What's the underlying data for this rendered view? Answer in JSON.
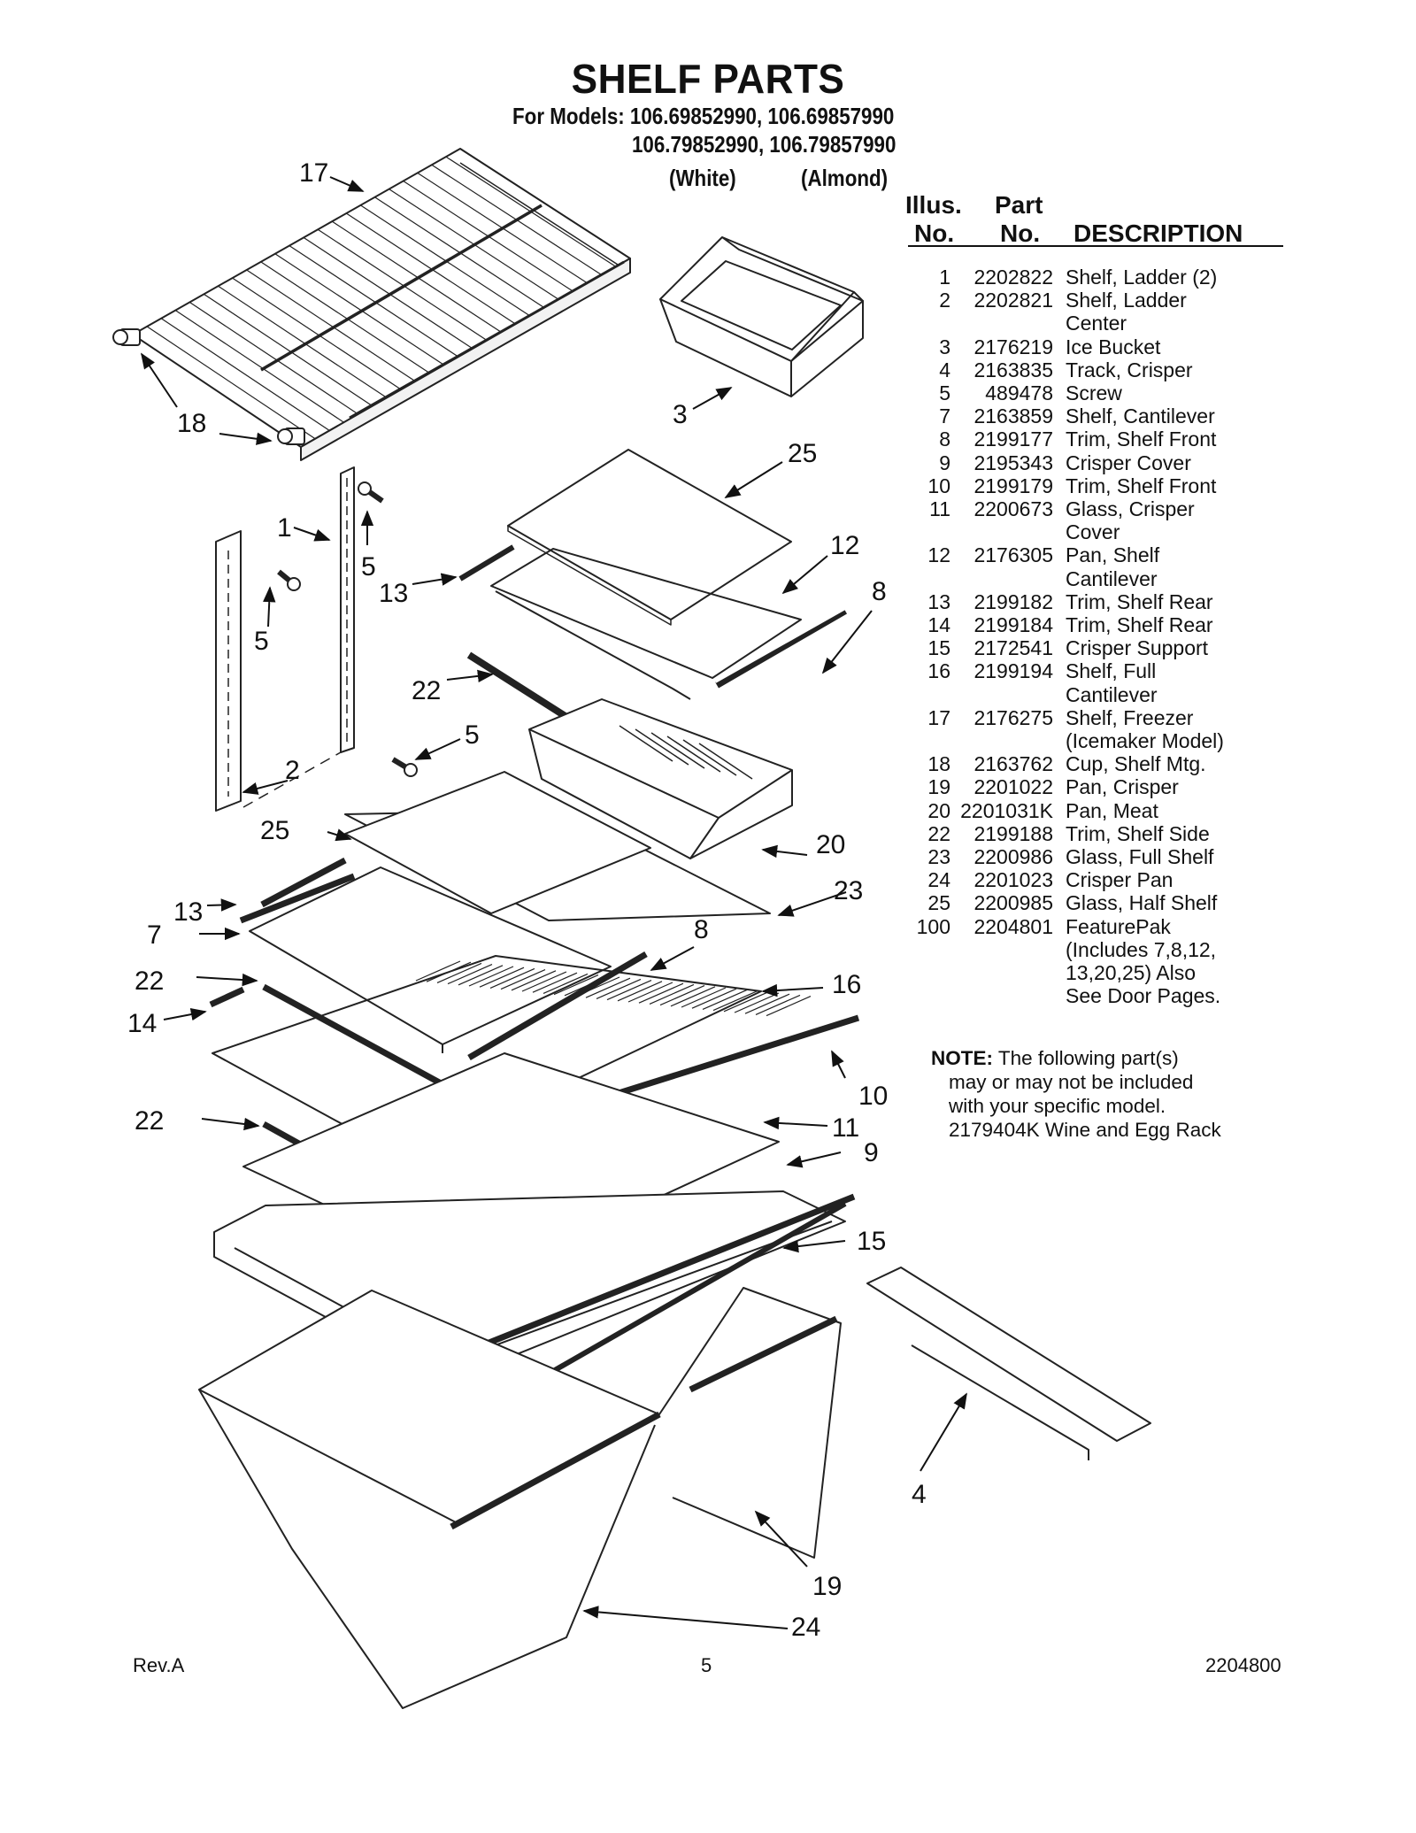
{
  "title": "SHELF PARTS",
  "models": {
    "label": "For Models:",
    "line1": "106.69852990, 106.69857990",
    "line2": "106.79852990, 106.79857990",
    "color_white": "(White)",
    "color_almond": "(Almond)"
  },
  "table_header": {
    "illus_line1": "Illus.",
    "illus_line2": "No.",
    "part_line1": "Part",
    "part_line2": "No.",
    "description": "DESCRIPTION"
  },
  "parts": [
    {
      "no": "1",
      "part": "2202822",
      "desc": "Shelf, Ladder (2)"
    },
    {
      "no": "2",
      "part": "2202821",
      "desc": "Shelf, Ladder\nCenter"
    },
    {
      "no": "3",
      "part": "2176219",
      "desc": "Ice Bucket"
    },
    {
      "no": "4",
      "part": "2163835",
      "desc": "Track, Crisper"
    },
    {
      "no": "5",
      "part": "489478",
      "desc": "Screw"
    },
    {
      "no": "7",
      "part": "2163859",
      "desc": "Shelf, Cantilever"
    },
    {
      "no": "8",
      "part": "2199177",
      "desc": "Trim, Shelf Front"
    },
    {
      "no": "9",
      "part": "2195343",
      "desc": "Crisper Cover"
    },
    {
      "no": "10",
      "part": "2199179",
      "desc": "Trim, Shelf Front"
    },
    {
      "no": "11",
      "part": "2200673",
      "desc": "Glass, Crisper\nCover"
    },
    {
      "no": "12",
      "part": "2176305",
      "desc": "Pan, Shelf\nCantilever"
    },
    {
      "no": "13",
      "part": "2199182",
      "desc": "Trim, Shelf Rear"
    },
    {
      "no": "14",
      "part": "2199184",
      "desc": "Trim, Shelf Rear"
    },
    {
      "no": "15",
      "part": "2172541",
      "desc": "Crisper Support"
    },
    {
      "no": "16",
      "part": "2199194",
      "desc": "Shelf, Full\nCantilever"
    },
    {
      "no": "17",
      "part": "2176275",
      "desc": "Shelf, Freezer\n(Icemaker Model)"
    },
    {
      "no": "18",
      "part": "2163762",
      "desc": "Cup, Shelf Mtg."
    },
    {
      "no": "19",
      "part": "2201022",
      "desc": "Pan, Crisper"
    },
    {
      "no": "20",
      "part": "2201031K",
      "desc": "Pan, Meat"
    },
    {
      "no": "22",
      "part": "2199188",
      "desc": "Trim, Shelf Side"
    },
    {
      "no": "23",
      "part": "2200986",
      "desc": "Glass, Full Shelf"
    },
    {
      "no": "24",
      "part": "2201023",
      "desc": "Crisper Pan"
    },
    {
      "no": "25",
      "part": "2200985",
      "desc": "Glass, Half Shelf"
    },
    {
      "no": "100",
      "part": "2204801",
      "desc": "FeaturePak\n(Includes 7,8,12,\n13,20,25) Also\nSee Door Pages."
    }
  ],
  "note": {
    "label": "NOTE:",
    "line1": "The following part(s)",
    "line2": "may or may not be included",
    "line3": "with your specific model.",
    "line4": "2179404K  Wine and Egg Rack"
  },
  "callouts": [
    "17",
    "18",
    "18",
    "3",
    "25",
    "1",
    "5",
    "13",
    "12",
    "8",
    "5",
    "22",
    "5",
    "2",
    "25",
    "20",
    "23",
    "13",
    "7",
    "8",
    "22",
    "16",
    "14",
    "10",
    "22",
    "11",
    "9",
    "15",
    "4",
    "19",
    "24"
  ],
  "footer": {
    "left": "Rev.A",
    "center": "5",
    "right": "2204800"
  }
}
